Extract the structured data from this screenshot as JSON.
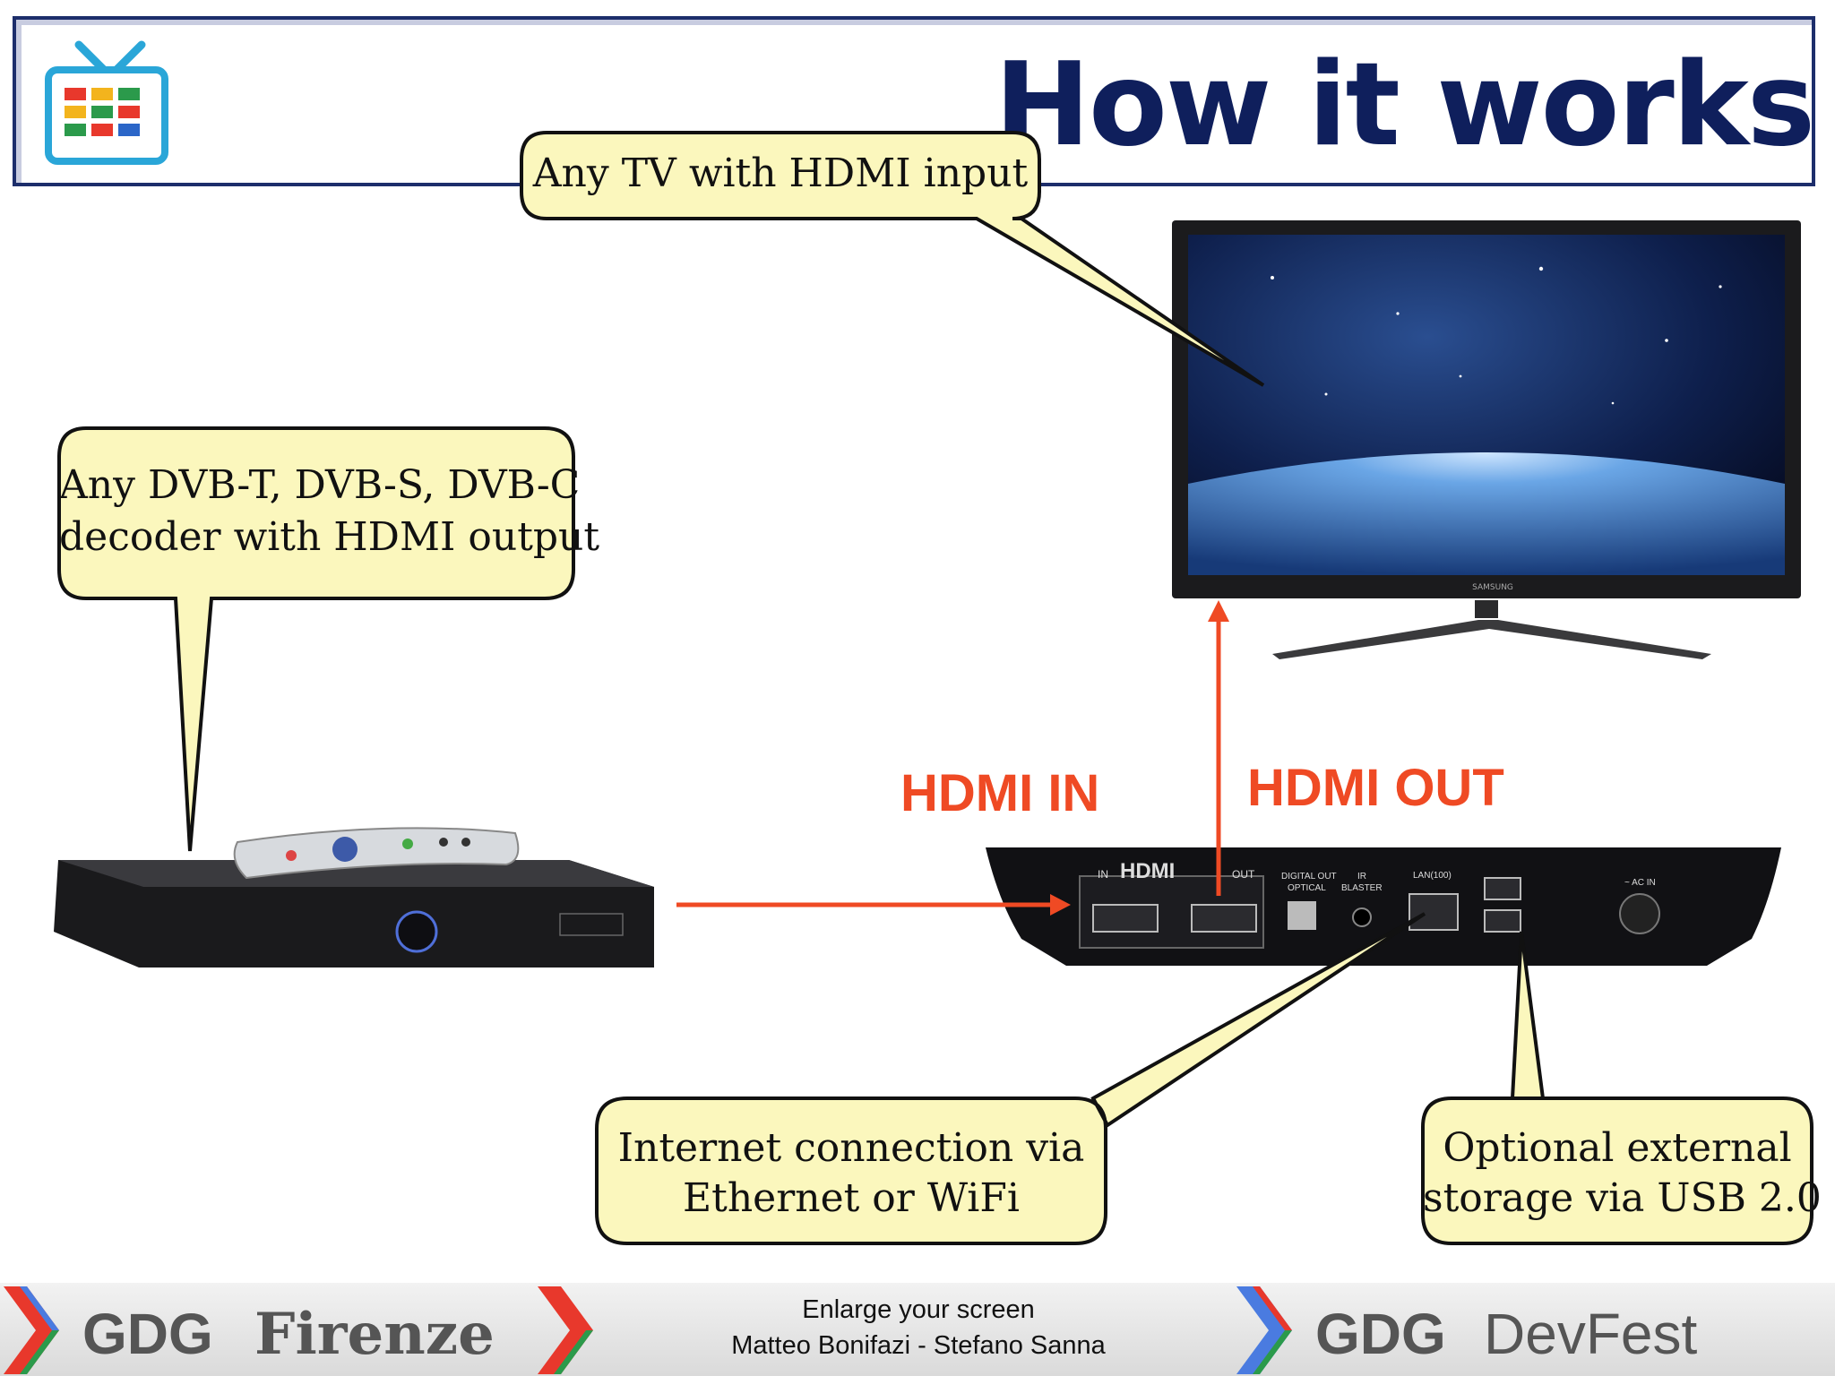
{
  "header": {
    "title": "How it works"
  },
  "callouts": {
    "tv": "Any TV with HDMI input",
    "decoder_line1": "Any DVB-T, DVB-S, DVB-C",
    "decoder_line2": "decoder with HDMI output",
    "internet_line1": "Internet connection via",
    "internet_line2": "Ethernet or WiFi",
    "storage_line1": "Optional external",
    "storage_line2": "storage via USB 2.0"
  },
  "labels": {
    "hdmi_in": "HDMI IN",
    "hdmi_out": "HDMI OUT"
  },
  "device_ports": {
    "hdmi": "HDMI",
    "in": "IN",
    "out": "OUT",
    "digital_out_1": "DIGITAL OUT",
    "digital_out_2": "OPTICAL",
    "ir_1": "IR",
    "ir_2": "BLASTER",
    "lan": "LAN(100)",
    "ac_in": "~ AC IN"
  },
  "tv_brand": "SAMSUNG",
  "footer": {
    "left_logo_1": "GDG",
    "left_logo_2": "Firenze",
    "center_line1": "Enlarge your screen",
    "center_line2": "Matteo Bonifazi - Stefano Sanna",
    "right_logo_1": "GDG",
    "right_logo_2": "DevFest"
  },
  "colors": {
    "title": "#0f1f5c",
    "callout_fill": "#fbf7bd",
    "arrow": "#ef4a24",
    "frame": "#1d2e6b"
  }
}
